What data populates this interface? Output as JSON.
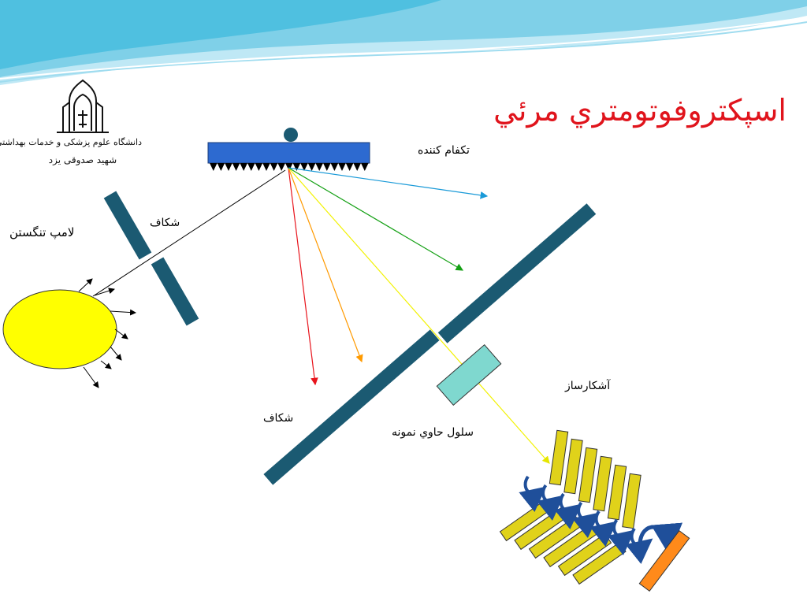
{
  "slide": {
    "title": "اسپکتروفوتومتري مرئي",
    "title_color": "#e0141c",
    "accent_wave": "#7fd0e8"
  },
  "logo": {
    "line1": "دانشگاه علوم پزشکی و خدمات بهداشتی درمانی",
    "line2": "شهید صدوقی یزد"
  },
  "labels": {
    "monochromator": "تکفام كننده",
    "lamp": "لامپ تنگستن",
    "slit_1": "شكاف",
    "slit_2": "شكاف",
    "detector": "آشكارساز",
    "sample_cell": "سلول حاوي نمونه"
  },
  "colors": {
    "grating": "#2d6ad0",
    "slit": "#1b5a72",
    "lamp": "#ffff00",
    "cuvette": "#7fd8cf",
    "detector_bar": "#e0d21a",
    "detector_plate": "#ff8a1a",
    "dispersed_rays": [
      "#e8141c",
      "#ff9a00",
      "#f2f200",
      "#14a014",
      "#1a9ad8"
    ]
  }
}
